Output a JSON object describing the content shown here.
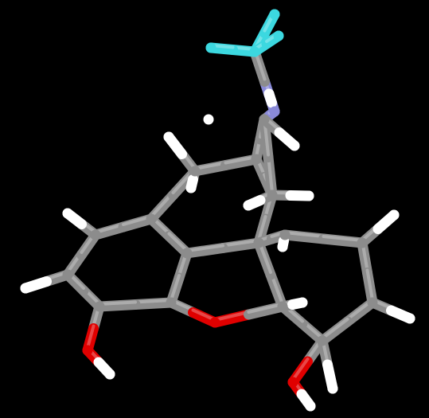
{
  "viewer": {
    "background": "#000000",
    "render_style": "sticks"
  },
  "molecule": {
    "element_colors": {
      "C": "#8c8c8c",
      "H": "#ffffff",
      "O": "#e00000",
      "N": "#8a8ad8",
      "highlight": "#3cd8e0"
    },
    "visible_atom_counts": {
      "C": 17,
      "N": 1,
      "O": 3,
      "H": 19
    },
    "highlighted_group": "N-methyl"
  }
}
